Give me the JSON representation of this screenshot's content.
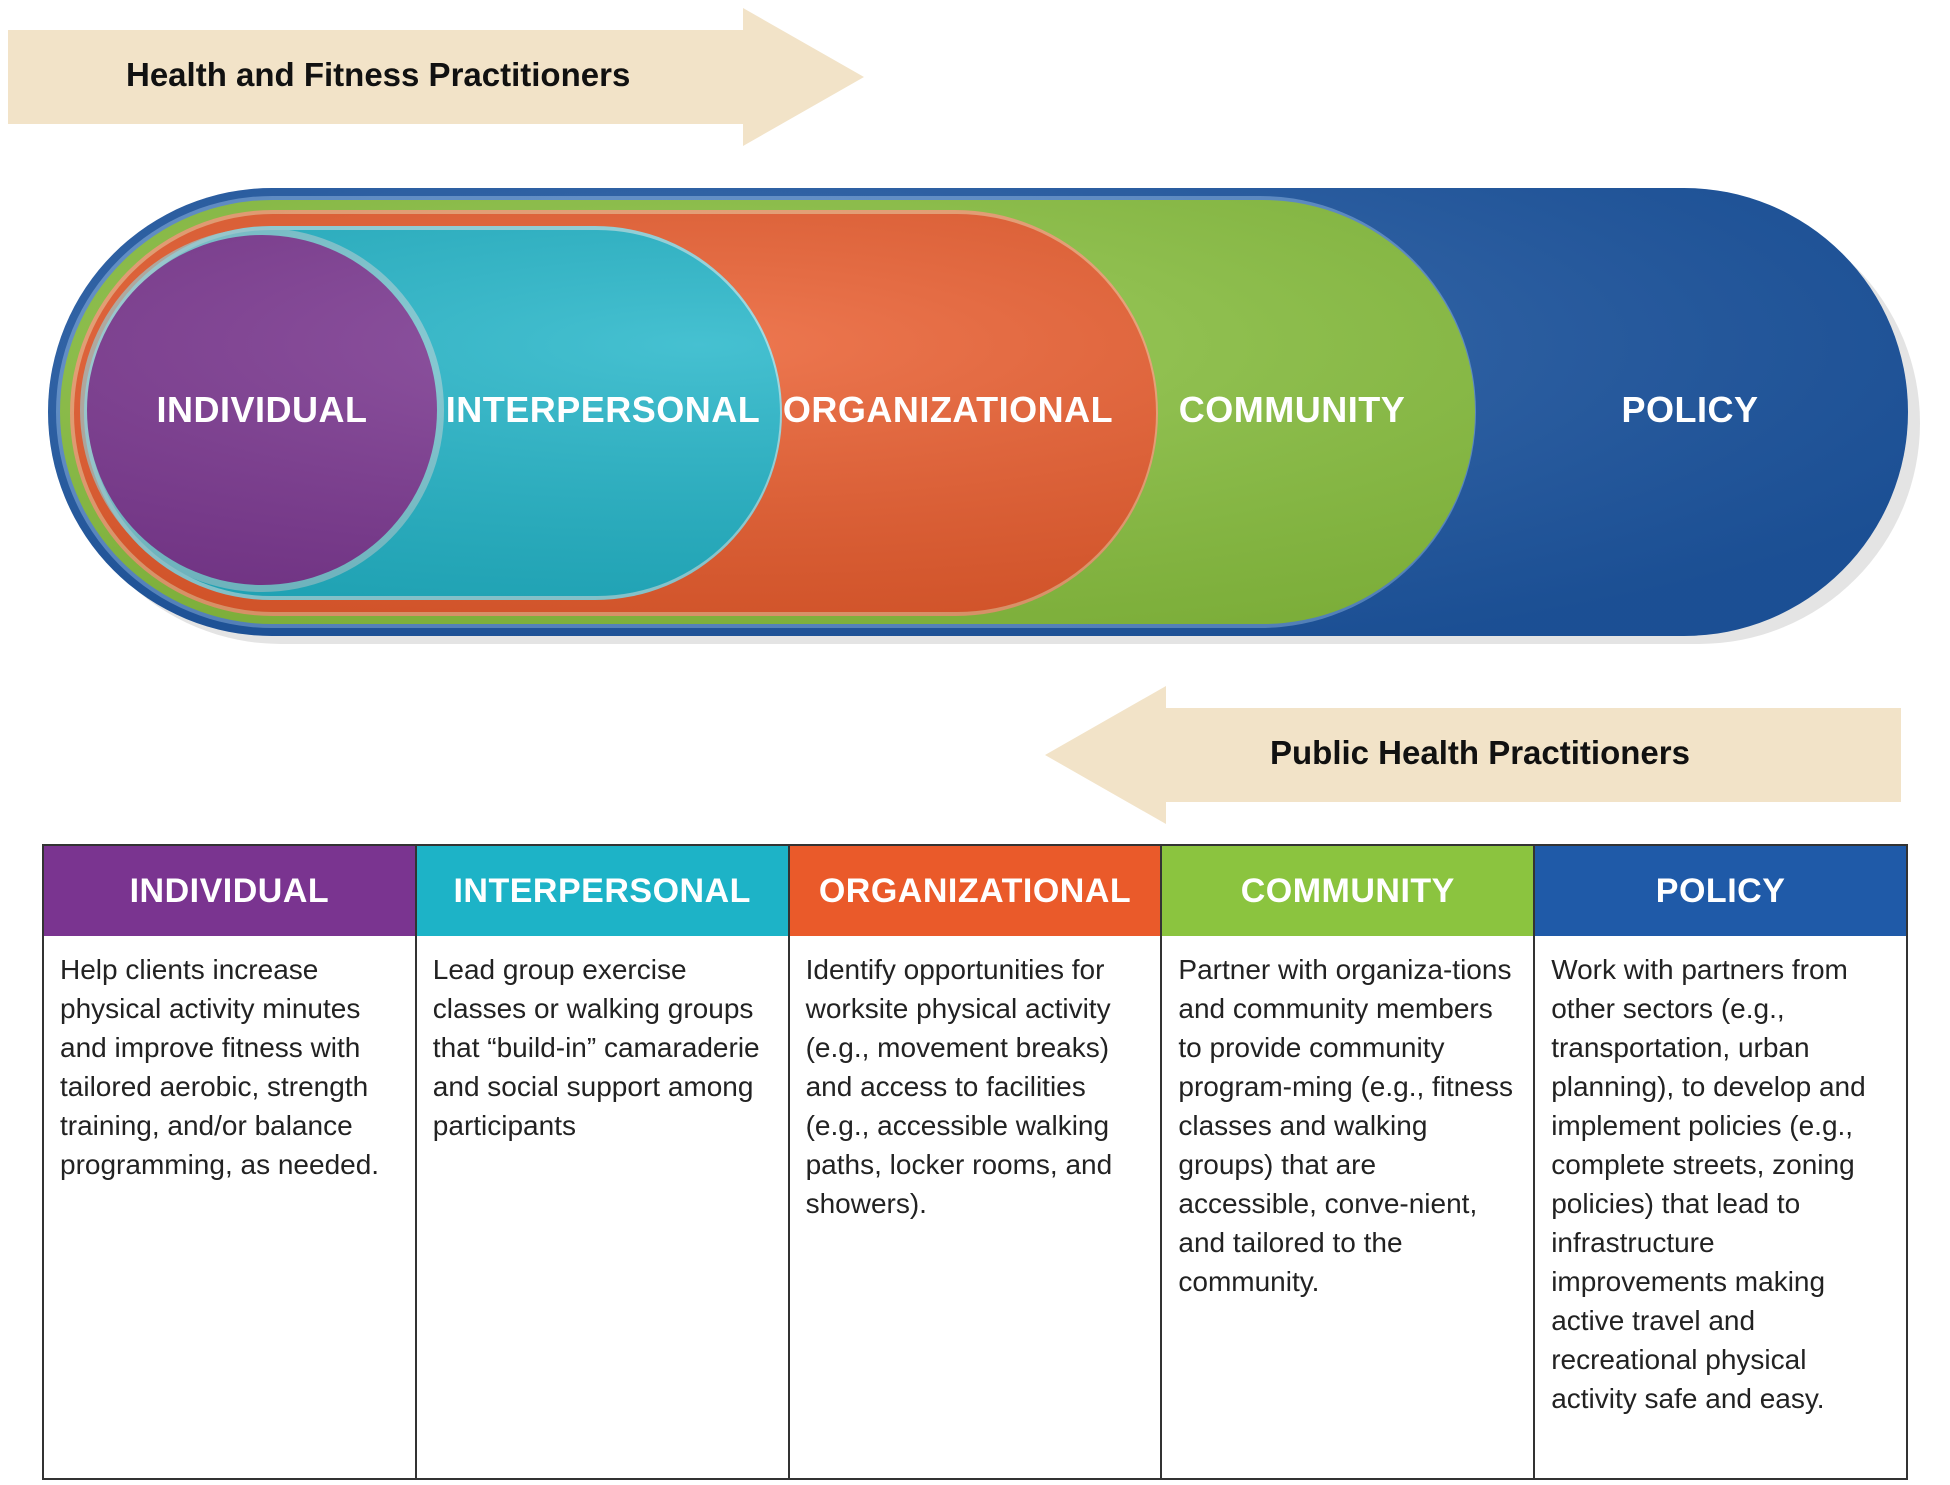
{
  "arrows": {
    "top_label": "Health and Fitness Practitioners",
    "bottom_label": "Public Health Practitioners"
  },
  "colors": {
    "arrow": "#f2e3c8",
    "individual": "#7a3490",
    "interpersonal": "#1db3c7",
    "organizational": "#ea5a2a",
    "community": "#8bc43f",
    "policy": "#1f5aa8"
  },
  "levels": [
    {
      "name": "INDIVIDUAL",
      "color": "#7a3490",
      "text": "Help clients increase physical activity minutes and improve fitness with tailored aerobic, strength training, and/or balance programming, as needed."
    },
    {
      "name": "INTERPERSONAL",
      "color": "#1db3c7",
      "text": "Lead group exercise classes or walking groups that “build-in” camaraderie and social support among participants"
    },
    {
      "name": "ORGANIZATIONAL",
      "color": "#ea5a2a",
      "text": "Identify opportunities for worksite physical activity (e.g., movement breaks) and access to facilities (e.g., accessible walking paths, locker rooms, and showers)."
    },
    {
      "name": "COMMUNITY",
      "color": "#8bc43f",
      "text": "Partner with organiza-tions and community members to provide community program-ming (e.g., fitness classes and walking groups) that are accessible, conve-nient, and tailored to the community."
    },
    {
      "name": "POLICY",
      "color": "#1f5aa8",
      "text": "Work with partners from other sectors (e.g., transportation, urban planning), to develop and implement policies (e.g., complete streets, zoning policies) that lead to infrastructure improvements making active travel and recreational physical activity safe and easy."
    }
  ]
}
